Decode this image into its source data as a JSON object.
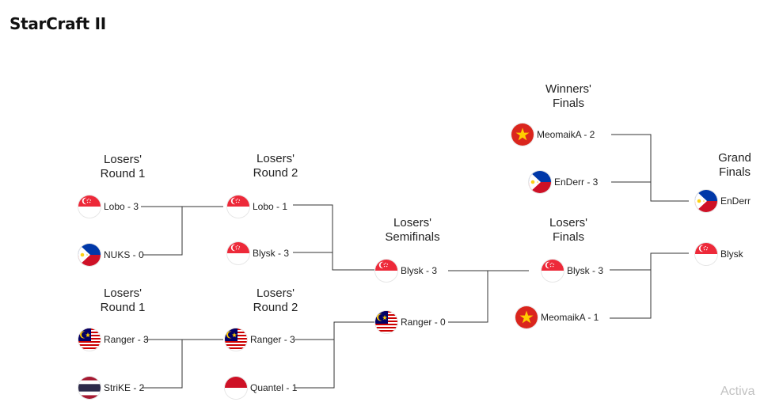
{
  "title": "StarCraft II",
  "rounds": {
    "losers_round1_top": [
      "Losers'",
      "Round 1"
    ],
    "losers_round2_top": [
      "Losers'",
      "Round 2"
    ],
    "losers_round1_bottom": [
      "Losers'",
      "Round 1"
    ],
    "losers_round2_bottom": [
      "Losers'",
      "Round 2"
    ],
    "losers_semifinals": [
      "Losers'",
      "Semifinals"
    ],
    "winners_finals": [
      "Winners'",
      "Finals"
    ],
    "losers_finals": [
      "Losers'",
      "Finals"
    ],
    "grand_finals": [
      "Grand",
      "Finals"
    ]
  },
  "matches": {
    "lr1a": {
      "p1": {
        "label": "Lobo - 3",
        "flag": "singapore"
      },
      "p2": {
        "label": "NUKS - 0",
        "flag": "philippines"
      }
    },
    "lr1b": {
      "p1": {
        "label": "Ranger - 3",
        "flag": "malaysia"
      },
      "p2": {
        "label": "StriKE - 2",
        "flag": "thailand"
      }
    },
    "lr2a": {
      "p1": {
        "label": "Lobo - 1",
        "flag": "singapore"
      },
      "p2": {
        "label": "Blysk - 3",
        "flag": "singapore"
      }
    },
    "lr2b": {
      "p1": {
        "label": "Ranger - 3",
        "flag": "malaysia"
      },
      "p2": {
        "label": "Quantel - 1",
        "flag": "indonesia"
      }
    },
    "lsf": {
      "p1": {
        "label": "Blysk - 3",
        "flag": "singapore"
      },
      "p2": {
        "label": "Ranger - 0",
        "flag": "malaysia"
      }
    },
    "wf": {
      "p1": {
        "label": "MeomaikA - 2",
        "flag": "vietnam"
      },
      "p2": {
        "label": "EnDerr - 3",
        "flag": "philippines"
      }
    },
    "lf": {
      "p1": {
        "label": "Blysk - 3",
        "flag": "singapore"
      },
      "p2": {
        "label": "MeomaikA - 1",
        "flag": "vietnam"
      }
    },
    "gf": {
      "p1": {
        "label": "EnDerr",
        "flag": "philippines"
      },
      "p2": {
        "label": "Blysk",
        "flag": "singapore"
      }
    }
  },
  "watermark": "Activa",
  "colors": {
    "lines": "#333333",
    "text": "#222222"
  }
}
